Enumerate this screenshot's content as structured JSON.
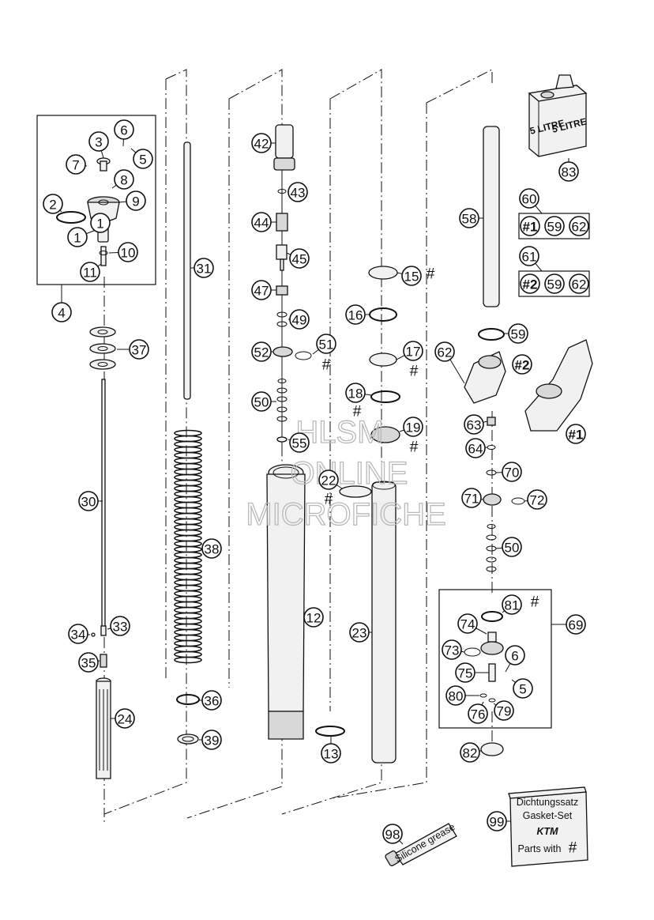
{
  "callouts": [
    {
      "label": "1"
    },
    {
      "label": "1"
    },
    {
      "label": "2"
    },
    {
      "label": "3"
    },
    {
      "label": "4"
    },
    {
      "label": "5"
    },
    {
      "label": "6"
    },
    {
      "label": "7"
    },
    {
      "label": "8"
    },
    {
      "label": "9"
    },
    {
      "label": "10"
    },
    {
      "label": "11"
    },
    {
      "label": "37"
    },
    {
      "label": "30"
    },
    {
      "label": "33"
    },
    {
      "label": "34"
    },
    {
      "label": "35"
    },
    {
      "label": "24"
    },
    {
      "label": "31"
    },
    {
      "label": "38"
    },
    {
      "label": "36"
    },
    {
      "label": "39"
    },
    {
      "label": "42"
    },
    {
      "label": "43"
    },
    {
      "label": "44"
    },
    {
      "label": "45"
    },
    {
      "label": "47"
    },
    {
      "label": "49"
    },
    {
      "label": "52"
    },
    {
      "label": "51"
    },
    {
      "label": "50"
    },
    {
      "label": "55"
    },
    {
      "label": "22"
    },
    {
      "label": "12"
    },
    {
      "label": "13"
    },
    {
      "label": "15"
    },
    {
      "label": "16"
    },
    {
      "label": "17"
    },
    {
      "label": "18"
    },
    {
      "label": "19"
    },
    {
      "label": "23"
    },
    {
      "label": "58"
    },
    {
      "label": "59"
    },
    {
      "label": "62"
    },
    {
      "label": "63"
    },
    {
      "label": "64"
    },
    {
      "label": "70"
    },
    {
      "label": "71"
    },
    {
      "label": "72"
    },
    {
      "label": "50"
    },
    {
      "label": "81"
    },
    {
      "label": "74"
    },
    {
      "label": "73"
    },
    {
      "label": "6"
    },
    {
      "label": "75"
    },
    {
      "label": "5"
    },
    {
      "label": "80"
    },
    {
      "label": "76"
    },
    {
      "label": "79"
    },
    {
      "label": "69"
    },
    {
      "label": "82"
    },
    {
      "label": "83"
    },
    {
      "label": "60"
    },
    {
      "label": "59"
    },
    {
      "label": "62"
    },
    {
      "label": "61"
    },
    {
      "label": "59"
    },
    {
      "label": "62"
    },
    {
      "label": "98"
    },
    {
      "label": "99"
    }
  ],
  "kit_markers": {
    "kit1": "#1",
    "kit2": "#2",
    "clamp_kit1": "#1",
    "clamp_kit2": "#2"
  },
  "hash_symbol": "#",
  "oil_can": {
    "label_front": "5 LITRE",
    "label_side": "5 LITRE"
  },
  "gasket_set": {
    "line1": "Dichtungssatz",
    "line2": "Gasket-Set",
    "brand": "KTM",
    "line3": "Parts with",
    "hash": "#"
  },
  "silicone_tube": {
    "label": "Silicone grease"
  },
  "watermark": {
    "line1": "HLSM",
    "line2": "ONLINE",
    "line3": "MICROFICHE"
  }
}
